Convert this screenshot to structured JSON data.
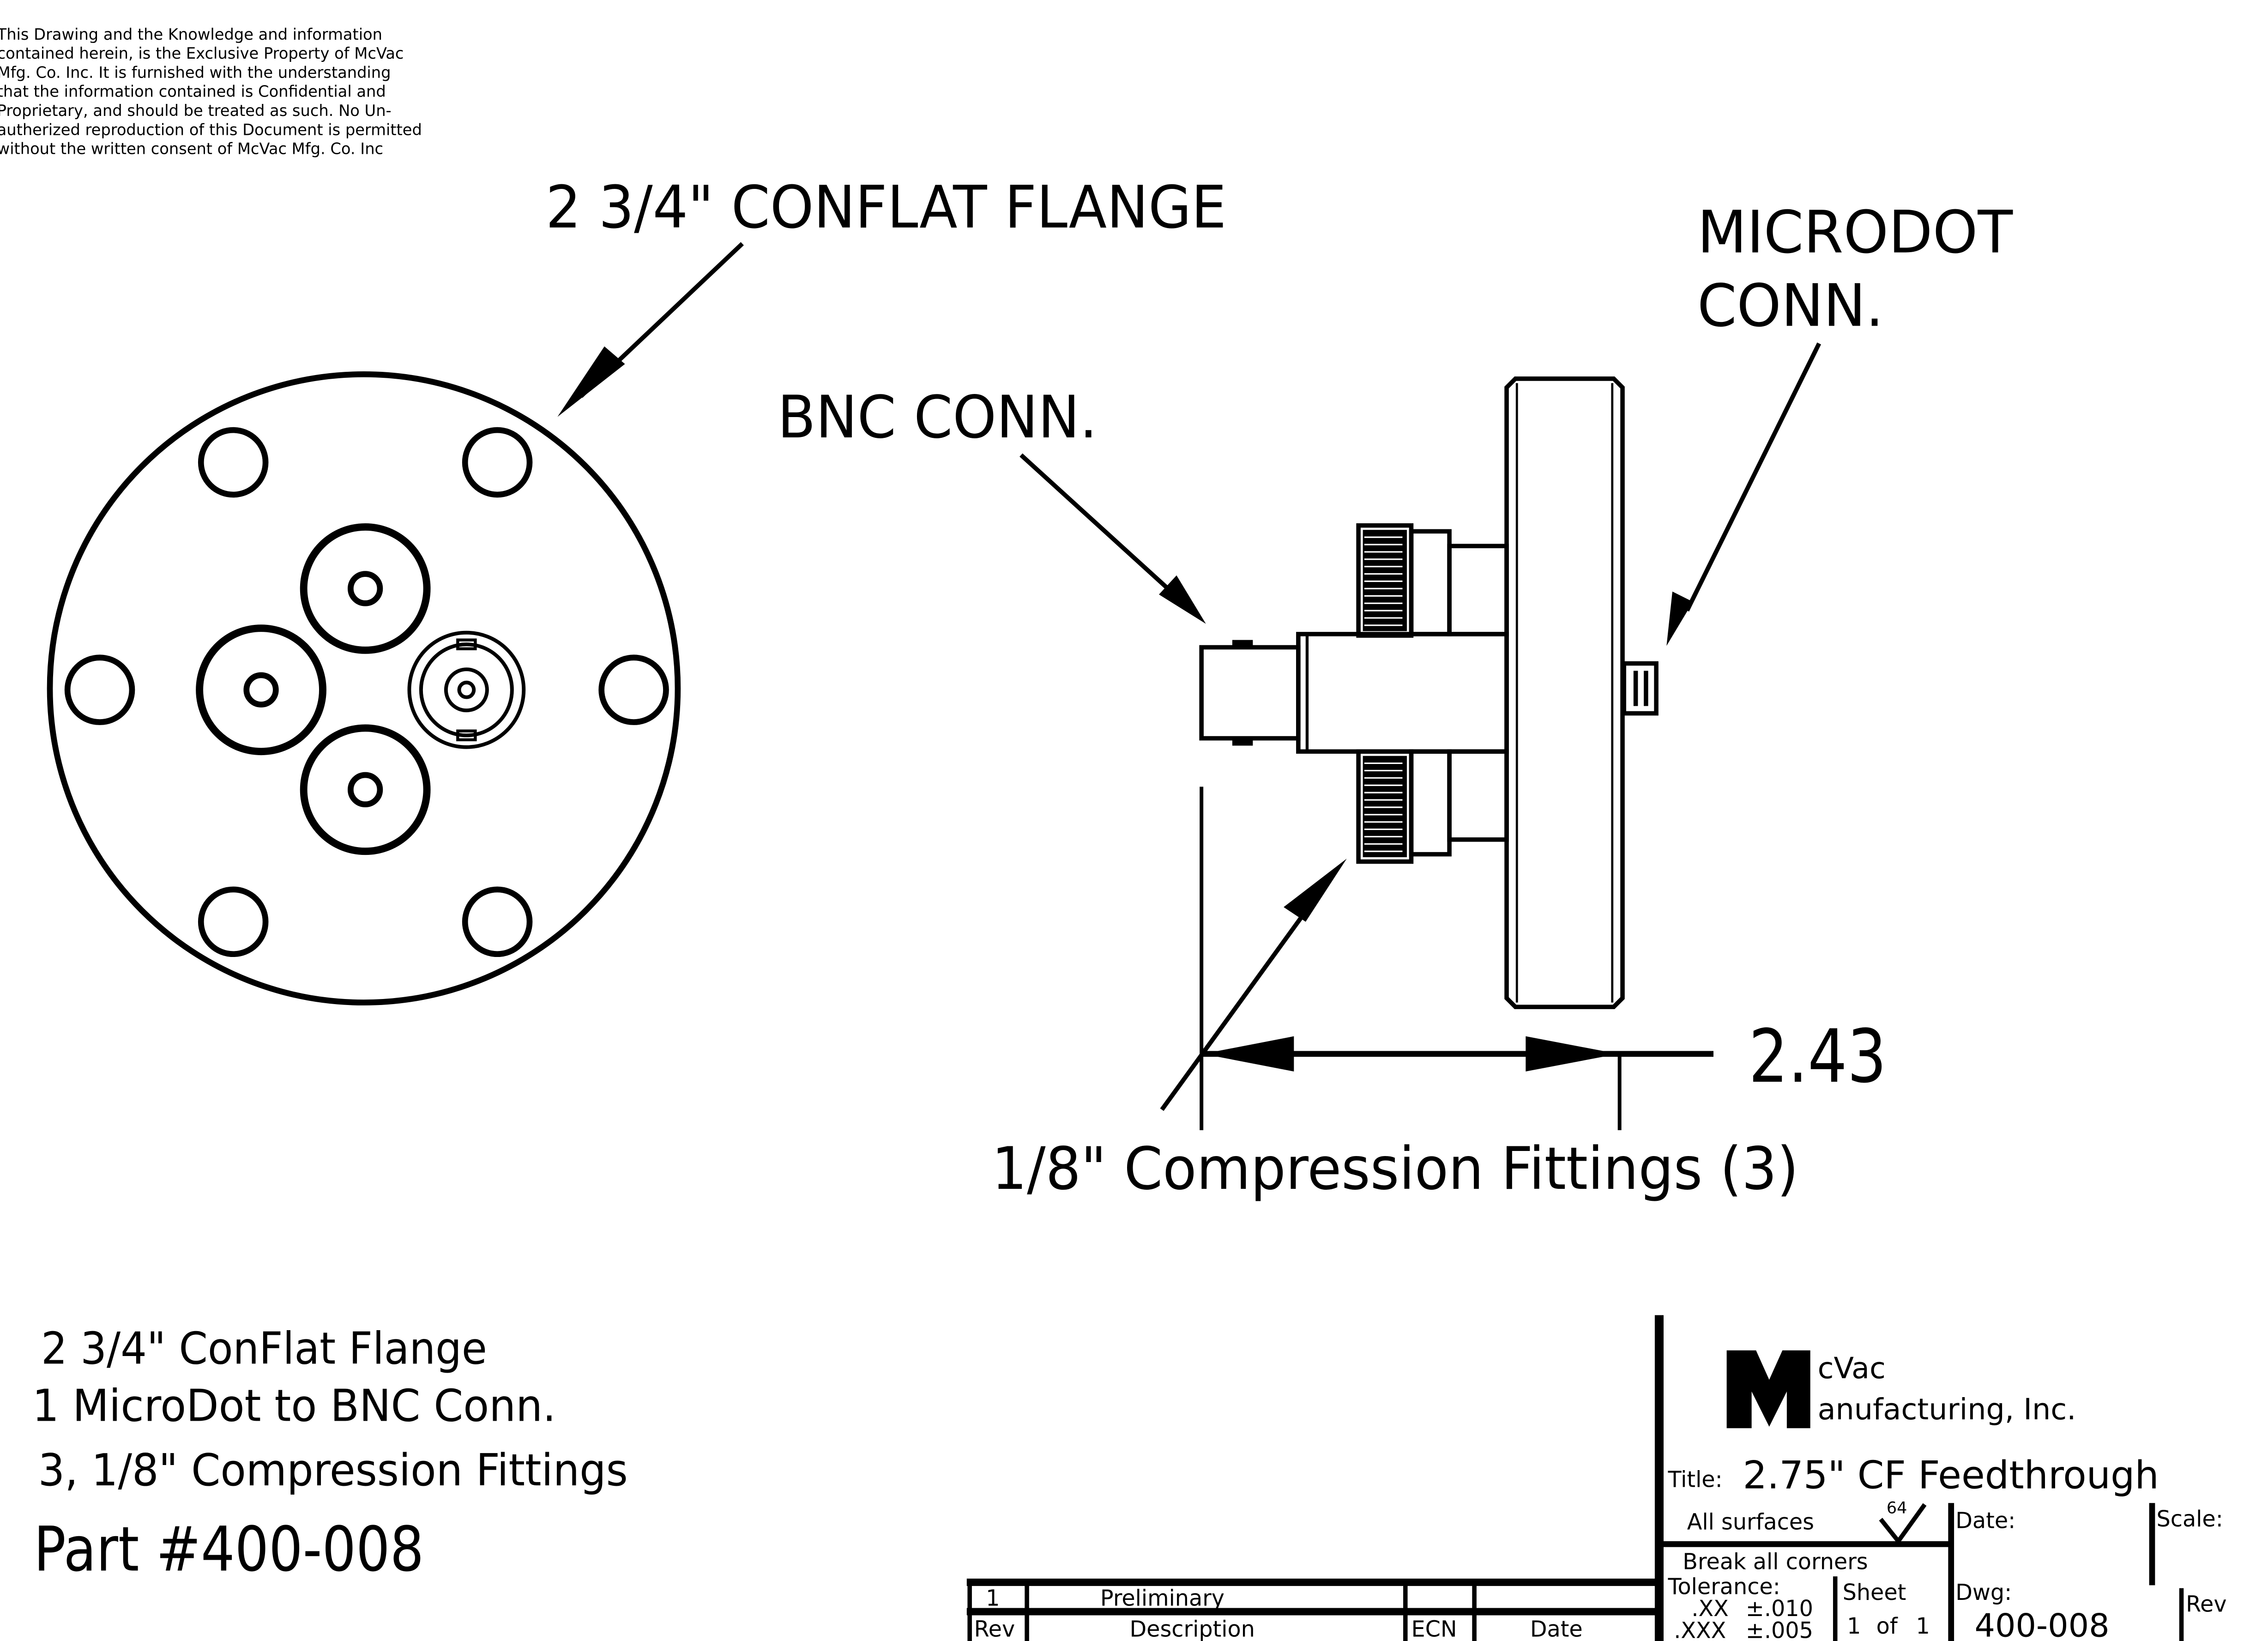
{
  "legal_notice": [
    "This Drawing and the Knowledge and information",
    "contained herein, is the Exclusive Property of McVac",
    "Mfg. Co. Inc. It is furnished with the understanding",
    "that the information contained is Confidential and",
    "Proprietary, and should be treated as such. No Un-",
    "autherized reproduction of this Document is permitted",
    "without the written consent of McVac Mfg. Co. Inc"
  ],
  "callouts": {
    "flange": "2 3/4\" CONFLAT FLANGE",
    "bnc": "BNC CONN.",
    "microdot_line1": "MICRODOT",
    "microdot_line2": "CONN.",
    "compression": "1/8\" Compression Fittings (3)"
  },
  "dimension": {
    "value": "2.43"
  },
  "notes": {
    "line1": "2 3/4\" ConFlat Flange",
    "line2": "1 MicroDot to BNC Conn.",
    "line3": "3, 1/8\" Compression Fittings",
    "part": "Part #400-008"
  },
  "title_block": {
    "company_initial": "M",
    "company_line1": "cVac",
    "company_line2": "anufacturing, Inc.",
    "title_label": "Title:",
    "title_value": "2.75\" CF Feedthrough",
    "surfaces_label": "All surfaces",
    "surface_finish": "64",
    "date_label": "Date:",
    "scale_label": "Scale:",
    "corners_label": "Break all corners",
    "tolerance_label": "Tolerance:",
    "tol_xx_key": ".XX",
    "tol_xx_val": "±.010",
    "tol_xxx_key": ".XXX",
    "tol_xxx_val": "±.005",
    "sheet_label": "Sheet",
    "sheet_num": "1",
    "sheet_of": "of",
    "sheet_total": "1",
    "dwg_label": "Dwg:",
    "dwg_value": "400-008",
    "rev_label": "Rev"
  },
  "revision_table": {
    "headers": [
      "Rev",
      "Description",
      "ECN",
      "Date"
    ],
    "rows": [
      {
        "rev": "1",
        "description": "Preliminary",
        "ecn": "",
        "date": ""
      }
    ]
  }
}
